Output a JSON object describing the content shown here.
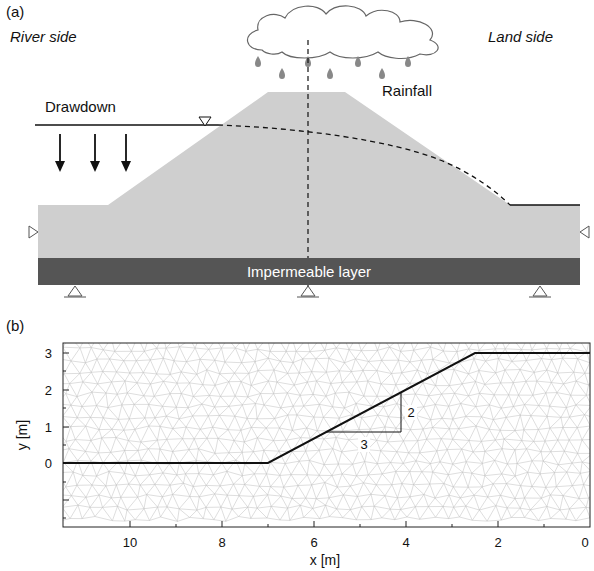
{
  "diagram": {
    "nodes": [
      {
        "text": [
          "Impermeable layer"
        ]
      }
    ],
    "labels": [
      "(a)",
      "River side",
      "Land side",
      "Drawdown",
      "Rainfall",
      "(b)",
      "3",
      "2",
      "1",
      "0",
      "y [m]",
      "10",
      "8",
      "6",
      "4",
      "2",
      "0",
      "x [m]",
      "2",
      "3"
    ]
  }
}
